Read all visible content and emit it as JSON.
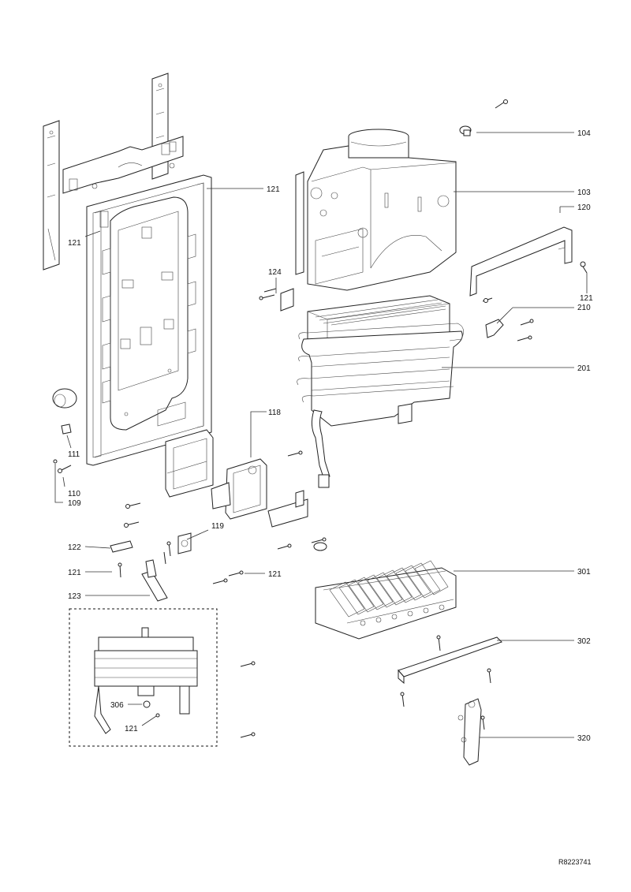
{
  "labels": {
    "p104": "104",
    "p103": "103",
    "p120": "120",
    "p121_a": "121",
    "p121_b": "121",
    "p121_c": "121",
    "p121_d": "121",
    "p121_e": "121",
    "p121_f": "121",
    "p124": "124",
    "p210": "210",
    "p201": "201",
    "p118": "118",
    "p111": "111",
    "p110": "110",
    "p109": "109",
    "p119": "119",
    "p122": "122",
    "p123": "123",
    "p301": "301",
    "p302": "302",
    "p306": "306",
    "p320": "320"
  },
  "drawing_number": "R8223741"
}
